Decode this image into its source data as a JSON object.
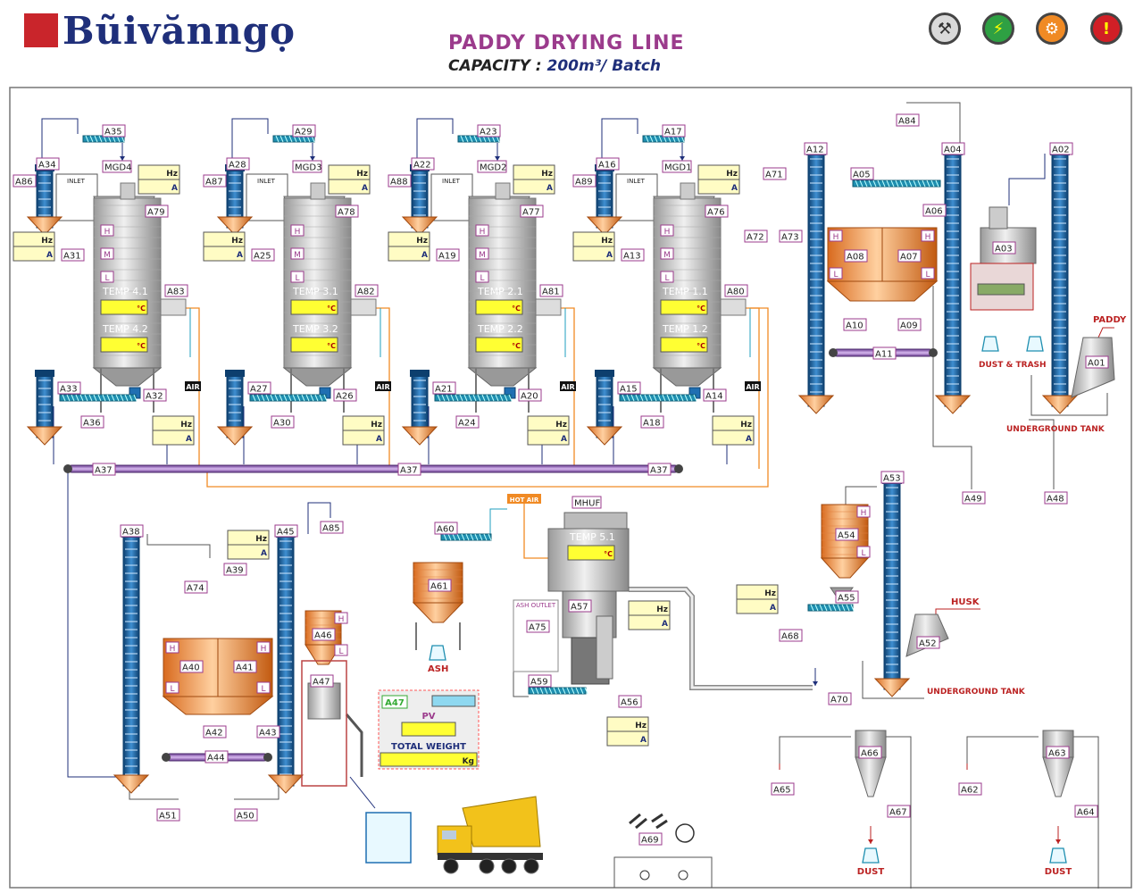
{
  "brand": {
    "name": "Bũivănngọ",
    "logo_color": "#c9252b"
  },
  "title": "PADDY DRYING LINE",
  "subtitle": {
    "prefix": "CAPACITY : ",
    "value": "200m³/ Batch"
  },
  "toolbar": [
    {
      "name": "tools-button",
      "icon": "tools-icon",
      "color": "#d9d9d9",
      "glyph": "⚒"
    },
    {
      "name": "power-button",
      "icon": "lightning-icon",
      "color": "#2ea043",
      "glyph": "⚡"
    },
    {
      "name": "settings-button",
      "icon": "gear-icon",
      "color": "#f08a24",
      "glyph": "⚙"
    },
    {
      "name": "alarm-button",
      "icon": "warning-icon",
      "color": "#d11f26",
      "glyph": "!"
    }
  ],
  "units": {
    "hz": "Hz",
    "amp": "A",
    "celsius": "°C",
    "kg": "Kg"
  },
  "dryers": [
    {
      "id": "dryer-4",
      "mgd": "MGD4",
      "feed": "A35",
      "elev": "A34",
      "left": "A86",
      "side": "A31",
      "motor": "A79",
      "cyclone": "A83",
      "temp1": "TEMP 4.1",
      "temp2": "TEMP 4.2",
      "bottom_left": "A33",
      "bottom_screw": "A36",
      "bottom_right": "A32"
    },
    {
      "id": "dryer-3",
      "mgd": "MGD3",
      "feed": "A29",
      "elev": "A28",
      "left": "A87",
      "side": "A25",
      "motor": "A78",
      "cyclone": "A82",
      "temp1": "TEMP 3.1",
      "temp2": "TEMP 3.2",
      "bottom_left": "A27",
      "bottom_screw": "A30",
      "bottom_right": "A26"
    },
    {
      "id": "dryer-2",
      "mgd": "MGD2",
      "feed": "A23",
      "elev": "A22",
      "left": "A88",
      "side": "A19",
      "motor": "A77",
      "cyclone": "A81",
      "temp1": "TEMP 2.1",
      "temp2": "TEMP 2.2",
      "bottom_left": "A21",
      "bottom_screw": "A24",
      "bottom_right": "A20"
    },
    {
      "id": "dryer-1",
      "mgd": "MGD1",
      "feed": "A17",
      "elev": "A16",
      "left": "A89",
      "side": "A13",
      "motor": "A76",
      "cyclone": "A80",
      "temp1": "TEMP 1.1",
      "temp2": "TEMP 1.2",
      "bottom_left": "A15",
      "bottom_screw": "A18",
      "bottom_right": "A14"
    }
  ],
  "labels": {
    "inlet": "INLET",
    "air": "AIR",
    "hot_air": "HOT AIR",
    "ash": "ASH",
    "ash_outlet": "ASH OUTLET",
    "paddy": "PADDY",
    "husk": "HUSK",
    "dust": "DUST",
    "dust_trash": "DUST & TRASH",
    "underground_tank": "UNDERGROUND TANK",
    "mhuf": "MHUF",
    "temp51": "TEMP 5.1",
    "h": "H",
    "m": "M",
    "l": "L",
    "pv": "PV",
    "total_weight": "TOTAL WEIGHT"
  },
  "tags": {
    "a37": "A37",
    "a71": "A71",
    "a72": "A72",
    "a73": "A73",
    "a12": "A12",
    "a84": "A84",
    "a04": "A04",
    "a02": "A02",
    "a05": "A05",
    "a06": "A06",
    "a07": "A07",
    "a08": "A08",
    "a03": "A03",
    "a10": "A10",
    "a09": "A09",
    "a11": "A11",
    "a01": "A01",
    "a49": "A49",
    "a48": "A48",
    "a53": "A53",
    "a54": "A54",
    "a55": "A55",
    "a68": "A68",
    "a52": "A52",
    "a70": "A70",
    "a38": "A38",
    "a45": "A45",
    "a85": "A85",
    "a39": "A39",
    "a74": "A74",
    "a40": "A40",
    "a41": "A41",
    "a46": "A46",
    "a47": "A47",
    "a42": "A42",
    "a43": "A43",
    "a44": "A44",
    "a51": "A51",
    "a50": "A50",
    "a60": "A60",
    "a61": "A61",
    "a57": "A57",
    "a75": "A75",
    "a59": "A59",
    "a56": "A56",
    "a66": "A66",
    "a63": "A63",
    "a65": "A65",
    "a62": "A62",
    "a67": "A67",
    "a64": "A64",
    "a69": "A69"
  },
  "colors": {
    "orange": "#f08a24",
    "purple": "#9b3b8c",
    "blue": "#1f6fb2",
    "tag_border": "#9b3b8c",
    "meter_fill": "#fffcc4",
    "yellow": "#ffff33",
    "cyan": "#8ed8f0"
  }
}
